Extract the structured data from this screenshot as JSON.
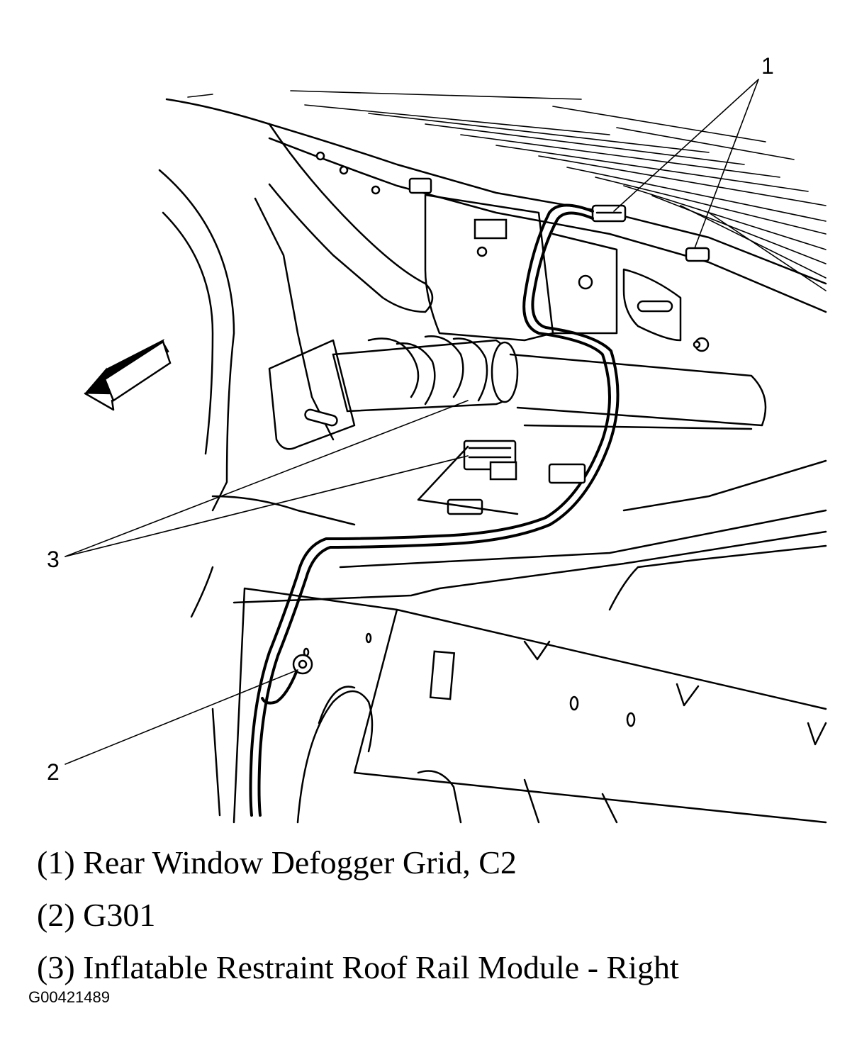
{
  "callouts": [
    {
      "number": "1"
    },
    {
      "number": "2"
    },
    {
      "number": "3"
    }
  ],
  "legend": [
    {
      "text": "(1) Rear Window Defogger Grid, C2"
    },
    {
      "text": "(2) G301"
    },
    {
      "text": "(3) Inflatable Restraint Roof Rail Module - Right"
    }
  ],
  "figure_id": "G00421489",
  "icons": {
    "direction_arrow": "arrow-left-forward-icon"
  }
}
